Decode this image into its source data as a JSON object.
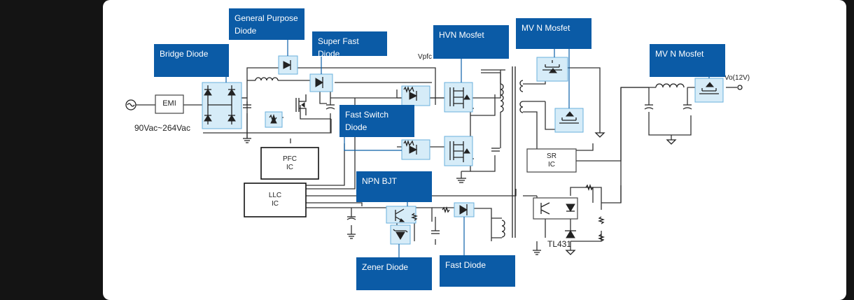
{
  "labels": {
    "general_purpose_diode": "General Purpose Diode",
    "bridge_diode": "Bridge Diode",
    "super_fast_diode": "Super Fast Diode",
    "hvn_mosfet": "HVN Mosfet",
    "mv_n_mosfet_top": "MV N Mosfet",
    "mv_n_mosfet_right": "MV N Mosfet",
    "fast_switch_diode": "Fast Switch Diode",
    "npn_bjt": "NPN BJT",
    "zener_diode": "Zener Diode",
    "fast_diode": "Fast Diode"
  },
  "circuit": {
    "emi": "EMI",
    "pfc_ic": "PFC\nIC",
    "llc_ic": "LLC\nIC",
    "sr_ic": "SR\nIC",
    "input_range": "90Vac~264Vac",
    "vpfc": "Vpfc",
    "vout": "Vo(12V)",
    "tl431": "TL431"
  },
  "colors": {
    "label_bg": "#0b5ba6",
    "label_text": "#ffffff",
    "highlight_fill": "#d6ecf8",
    "highlight_stroke": "#6ab0dd"
  }
}
